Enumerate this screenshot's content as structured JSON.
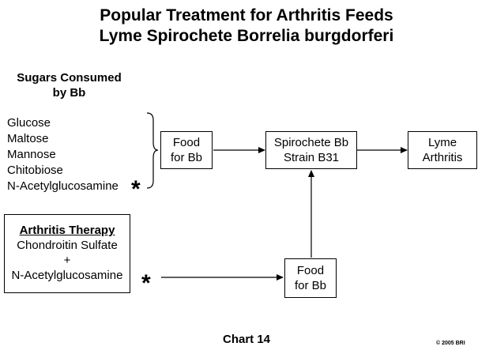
{
  "title": {
    "line1": "Popular Treatment for Arthritis Feeds",
    "line2": "Lyme Spirochete Borrelia burgdorferi"
  },
  "sugars": {
    "heading_line1": "Sugars Consumed",
    "heading_line2": "by Bb",
    "items": [
      "Glucose",
      "Maltose",
      "Mannose",
      "Chitobiose",
      "N-Acetylglucosamine"
    ],
    "marker": "*"
  },
  "nodes": {
    "food_top": {
      "line1": "Food",
      "line2": "for Bb"
    },
    "spirochete": {
      "line1": "Spirochete Bb",
      "line2": "Strain B31"
    },
    "lyme": {
      "line1": "Lyme",
      "line2": "Arthritis"
    },
    "food_bottom": {
      "line1": "Food",
      "line2": "for Bb"
    }
  },
  "therapy": {
    "heading": "Arthritis Therapy",
    "line1": "Chondroitin Sulfate",
    "line2": "+",
    "line3": "N-Acetylglucosamine",
    "marker": "*"
  },
  "footer": {
    "chart_label": "Chart 14",
    "copyright": "© 2005 BRI"
  }
}
